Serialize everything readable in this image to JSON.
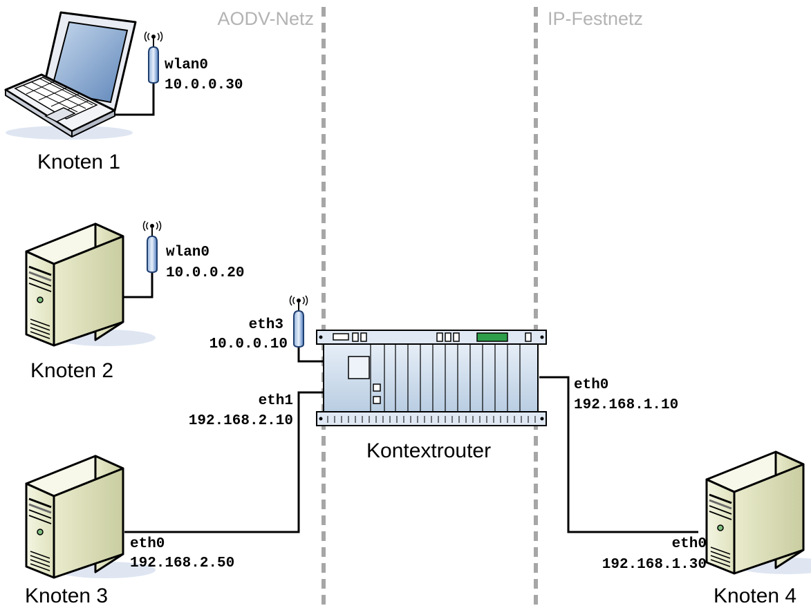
{
  "zones": {
    "left_label": "AODV-Netz",
    "right_label": "IP-Festnetz"
  },
  "nodes": {
    "knoten1": {
      "label": "Knoten 1",
      "iface_name": "wlan0",
      "iface_ip": "10.0.0.30"
    },
    "knoten2": {
      "label": "Knoten 2",
      "iface_name": "wlan0",
      "iface_ip": "10.0.0.20"
    },
    "knoten3": {
      "label": "Knoten 3",
      "iface_name": "eth0",
      "iface_ip": "192.168.2.50"
    },
    "knoten4": {
      "label": "Knoten 4",
      "iface_name": "eth0",
      "iface_ip": "192.168.1.30"
    },
    "router": {
      "label": "Kontextrouter",
      "eth3_name": "eth3",
      "eth3_ip": "10.0.0.10",
      "eth1_name": "eth1",
      "eth1_ip": "192.168.2.10",
      "eth0_name": "eth0",
      "eth0_ip": "192.168.1.10"
    }
  },
  "colors": {
    "divider": "#a6a6a6",
    "zone_label": "#b3b3b3",
    "tower_face": "#eceecf",
    "router_body": "#d5e2f0",
    "router_display": "#2e9e4a",
    "antenna": "#3f6fb5"
  }
}
